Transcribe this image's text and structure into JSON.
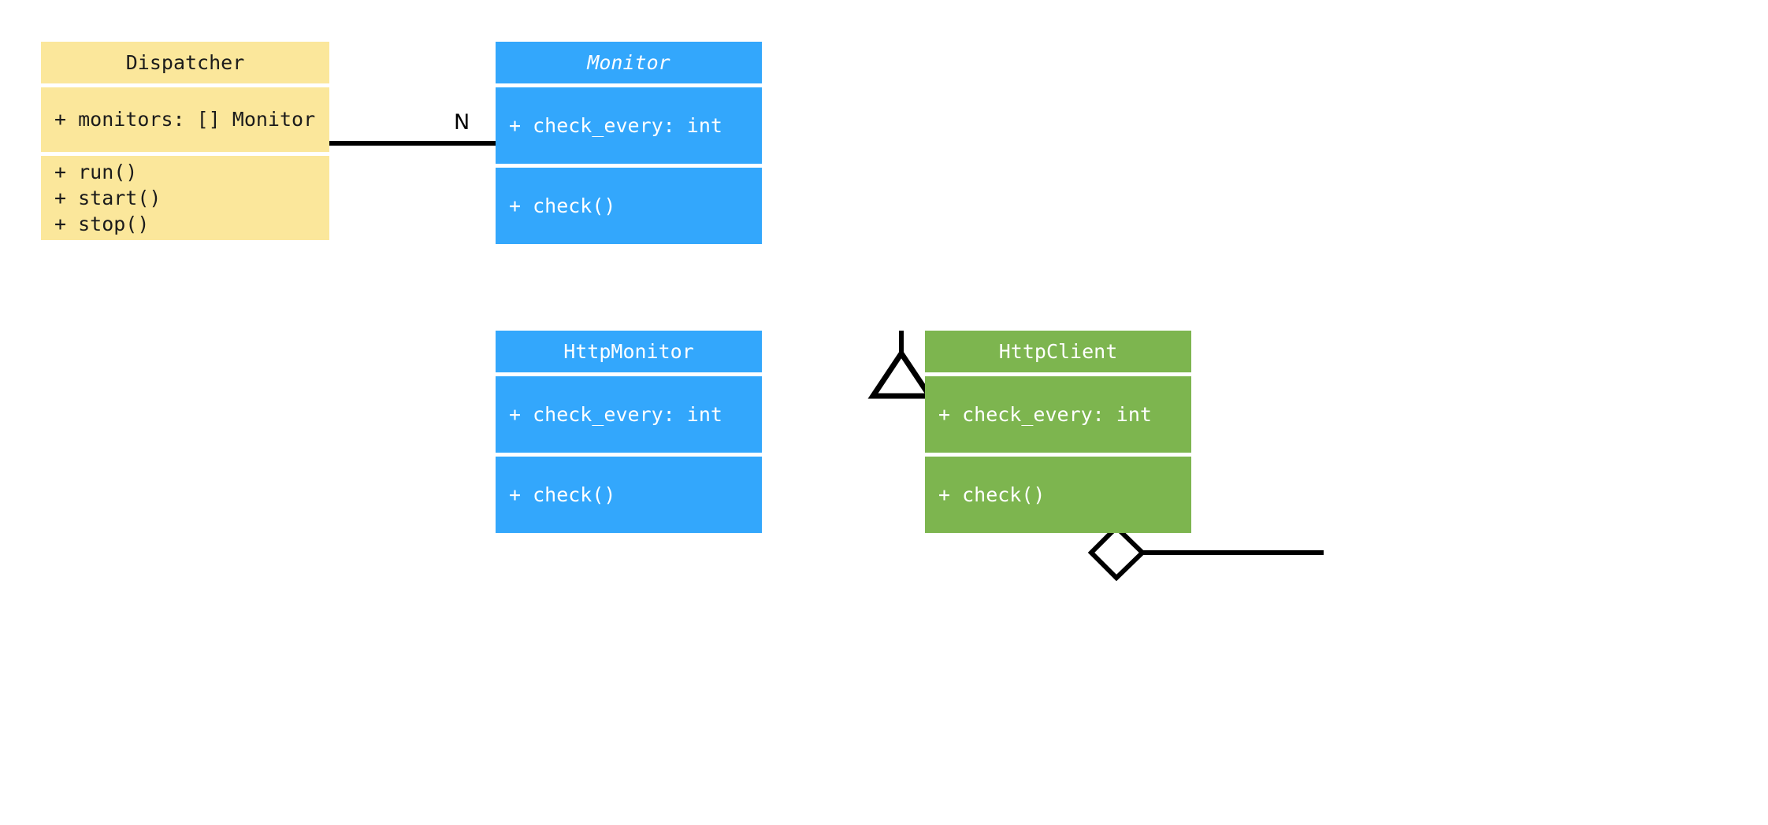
{
  "diagram": {
    "type": "uml-class-diagram",
    "background_color": "#ffffff",
    "classes": [
      {
        "id": "dispatcher",
        "name": "Dispatcher",
        "abstract": false,
        "fill_color": "#fbe79b",
        "text_color": "#1b1b1b",
        "attributes": [
          "+ monitors: [] Monitor"
        ],
        "operations": [
          "+ run()",
          "+ start()",
          "+ stop()"
        ]
      },
      {
        "id": "monitor",
        "name": "Monitor",
        "abstract": true,
        "fill_color": "#33a7fc",
        "text_color": "#ffffff",
        "attributes": [
          "+ check_every: int"
        ],
        "operations": [
          "+ check()"
        ]
      },
      {
        "id": "httpmonitor",
        "name": "HttpMonitor",
        "abstract": false,
        "fill_color": "#33a7fc",
        "text_color": "#ffffff",
        "attributes": [
          "+ check_every: int"
        ],
        "operations": [
          "+ check()"
        ]
      },
      {
        "id": "httpclient",
        "name": "HttpClient",
        "abstract": false,
        "fill_color": "#7db54f",
        "text_color": "#ffffff",
        "attributes": [
          "+ check_every: int"
        ],
        "operations": [
          "+ check()"
        ]
      }
    ],
    "relationships": [
      {
        "id": "dispatcher-to-monitor",
        "kind": "association",
        "from": "Dispatcher",
        "to": "Monitor",
        "label": "N",
        "arrow": "filled-triangle",
        "line": "solid",
        "color": "#000000"
      },
      {
        "id": "httpmonitor-to-monitor",
        "kind": "generalization",
        "from": "HttpMonitor",
        "to": "Monitor",
        "label": "",
        "arrow": "hollow-triangle",
        "line": "solid",
        "color": "#000000"
      },
      {
        "id": "httpmonitor-to-httpclient",
        "kind": "aggregation",
        "from": "HttpMonitor",
        "to": "HttpClient",
        "label": "",
        "arrow": "hollow-diamond",
        "line": "solid",
        "color": "#000000"
      }
    ]
  }
}
